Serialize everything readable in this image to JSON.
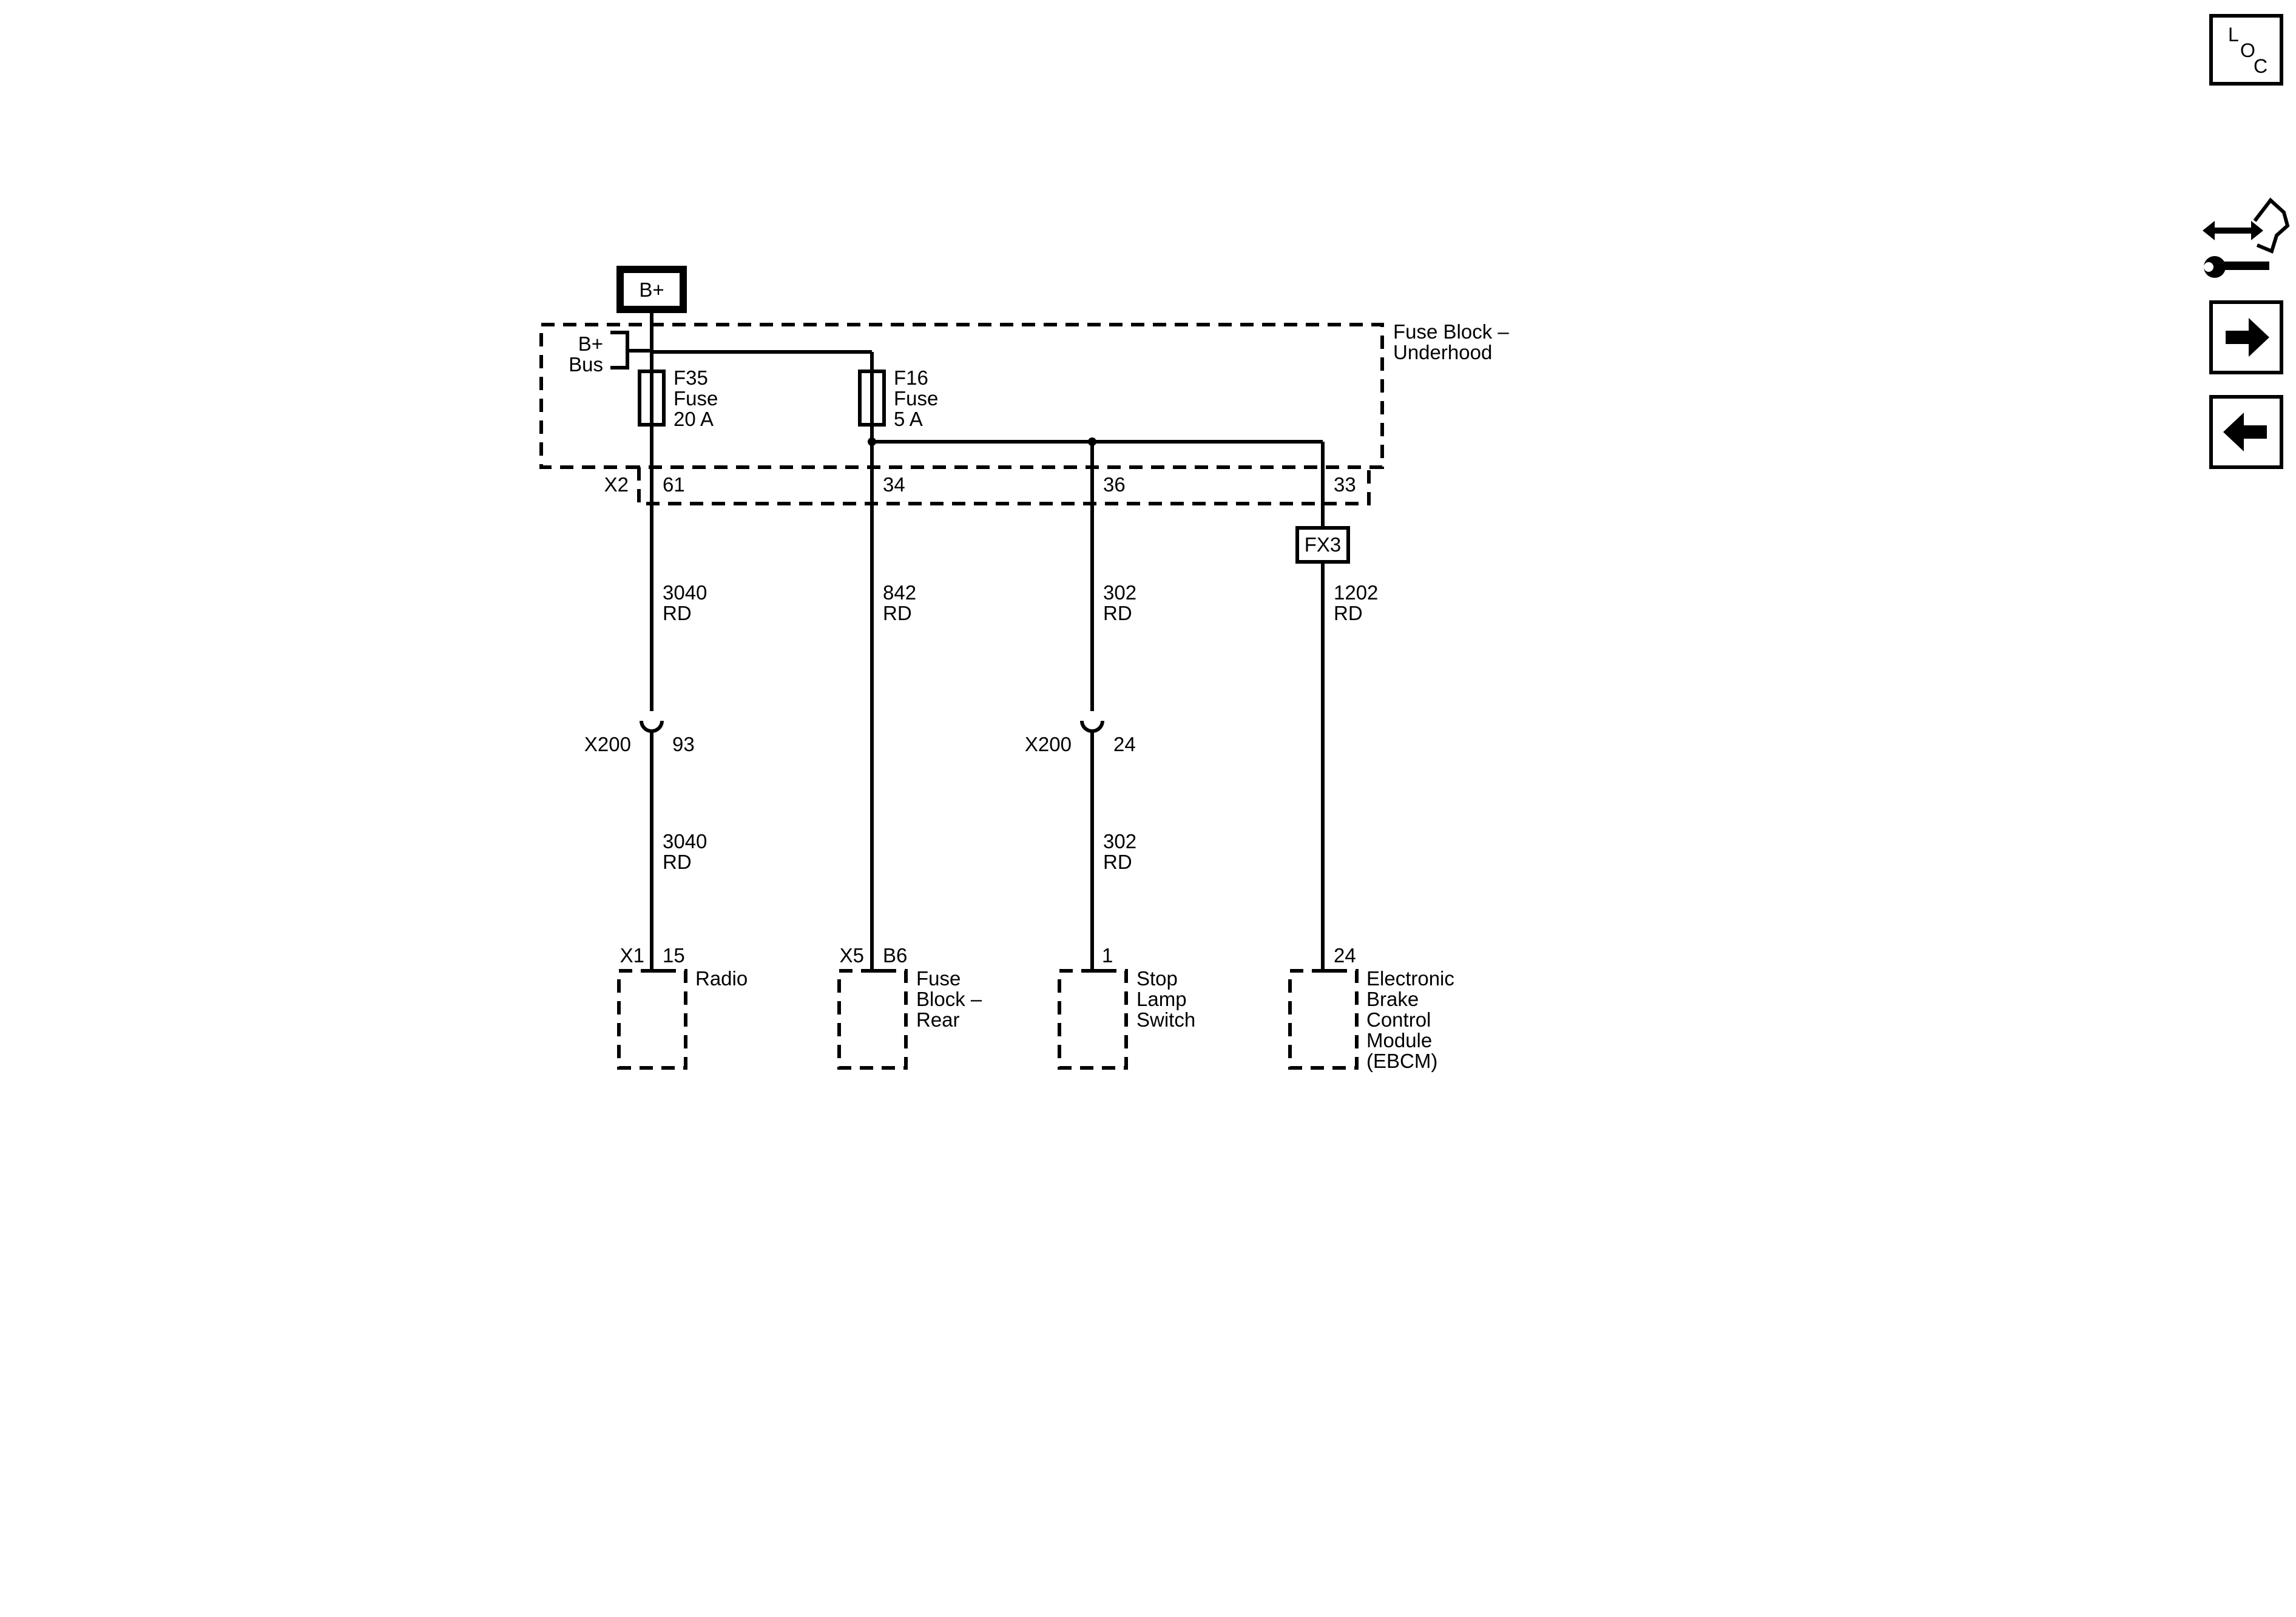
{
  "power_source": {
    "label": "B+"
  },
  "fuse_block_underhood": {
    "name_line1": "Fuse Block –",
    "name_line2": "Underhood",
    "bus_line1": "B+",
    "bus_line2": "Bus",
    "connector": "X2"
  },
  "fuses": [
    {
      "id_label": "F35",
      "type_label": "Fuse",
      "rating": "20 A"
    },
    {
      "id_label": "F16",
      "type_label": "Fuse",
      "rating": "5 A"
    }
  ],
  "fx3": {
    "label": "FX3"
  },
  "circuits": [
    {
      "x2_pin": "61",
      "upper_wire": {
        "number": "3040",
        "color": "RD"
      },
      "inline_connector": {
        "name": "X200",
        "pin": "93"
      },
      "lower_wire": {
        "number": "3040",
        "color": "RD"
      },
      "component": {
        "connector": "X1",
        "pin": "15",
        "name_lines": [
          "Radio"
        ]
      }
    },
    {
      "x2_pin": "34",
      "upper_wire": {
        "number": "842",
        "color": "RD"
      },
      "component": {
        "connector": "X5",
        "pin": "B6",
        "name_lines": [
          "Fuse",
          "Block –",
          "Rear"
        ]
      }
    },
    {
      "x2_pin": "36",
      "upper_wire": {
        "number": "302",
        "color": "RD"
      },
      "inline_connector": {
        "name": "X200",
        "pin": "24"
      },
      "lower_wire": {
        "number": "302",
        "color": "RD"
      },
      "component": {
        "connector": "",
        "pin": "1",
        "name_lines": [
          "Stop",
          "Lamp",
          "Switch"
        ]
      }
    },
    {
      "x2_pin": "33",
      "upper_wire": {
        "number": "1202",
        "color": "RD"
      },
      "component": {
        "connector": "",
        "pin": "24",
        "name_lines": [
          "Electronic",
          "Brake",
          "Control",
          "Module",
          "(EBCM)"
        ]
      }
    }
  ],
  "nav": {
    "loc_letters": [
      "L",
      "O",
      "C"
    ],
    "icons": [
      "loc-icon",
      "component-views-icon",
      "next-page-arrow-icon",
      "previous-page-arrow-icon"
    ]
  }
}
